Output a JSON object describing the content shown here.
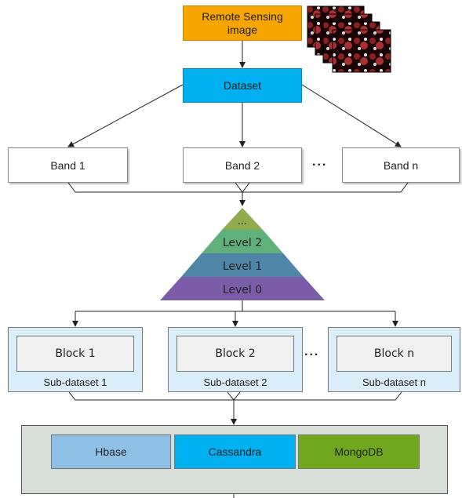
{
  "source": {
    "label_line1": "Remote Sensing",
    "label_line2": "image"
  },
  "dataset": {
    "label": "Dataset"
  },
  "bands": [
    {
      "label": "Band 1"
    },
    {
      "label": "Band 2"
    },
    {
      "label": "Band n"
    }
  ],
  "band_ellipsis": "...",
  "pyramid": {
    "levels": [
      {
        "label": "...",
        "color": "#8fad4e"
      },
      {
        "label": "Level 2",
        "color": "#5fb07a"
      },
      {
        "label": "Level 1",
        "color": "#4f86a8"
      },
      {
        "label": "Level 0",
        "color": "#7a5ca8"
      }
    ]
  },
  "subdatasets": [
    {
      "block": "Block 1",
      "label": "Sub-dataset 1"
    },
    {
      "block": "Block 2",
      "label": "Sub-dataset 2"
    },
    {
      "block": "Block n",
      "label": "Sub-dataset n"
    }
  ],
  "block_ellipsis": "...",
  "storage": {
    "databases": [
      {
        "label": "Hbase",
        "color": "#8fc1e6"
      },
      {
        "label": "Cassandra",
        "color": "#00b0f0"
      },
      {
        "label": "MongoDB",
        "color": "#6fa81c"
      }
    ]
  }
}
